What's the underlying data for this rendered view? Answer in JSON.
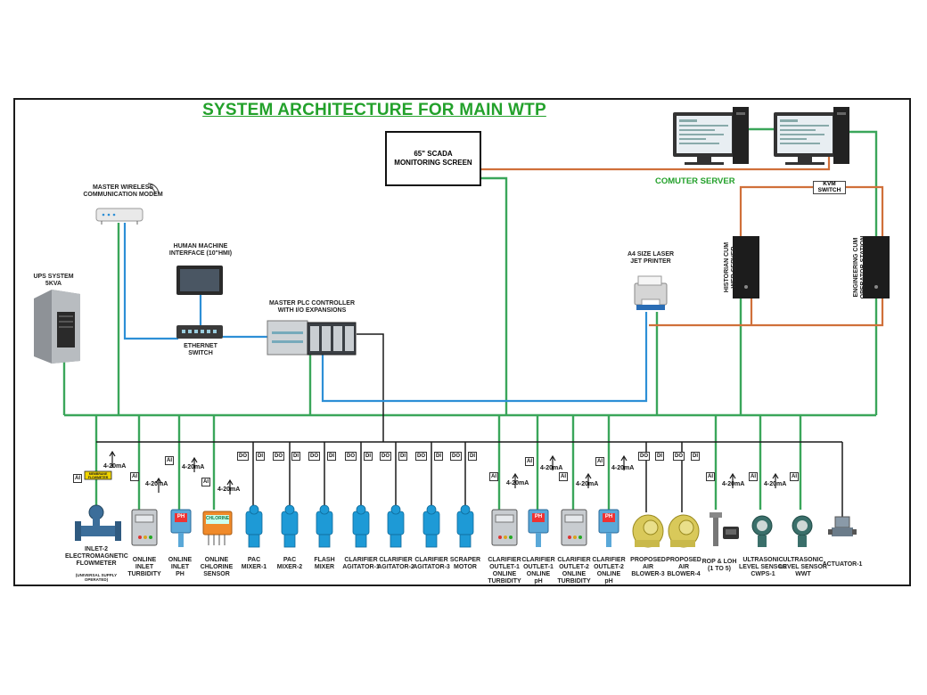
{
  "title": "SYSTEM ARCHITECTURE FOR MAIN WTP",
  "scada_screen": "65\" SCADA\nMONITORING SCREEN",
  "computer_server_label": "COMUTER SERVER",
  "kvm_switch": "KVM\nSWITCH",
  "wireless_modem": "MASTER WIRELESS\nCOMMUNICATION MODEM",
  "hmi": "HUMAN MACHINE\nINTERFACE (10\"HMI)",
  "ethernet_switch": "ETHERNET\nSWITCH",
  "plc": "MASTER PLC CONTROLLER\nWITH I/O EXPANSIONS",
  "ups": "UPS SYSTEM\n5KVA",
  "printer": "A4 SIZE LASER\nJET PRINTER",
  "historian": "HISTORIAN CUM\nWEB SERVER",
  "engineering": "ENGINEERING CUM\nOPERATOR STATION",
  "flowmeter_badge": "MEMBRANE\nFLOWMETER",
  "signal_labels": {
    "ai": "AI",
    "do": "DO",
    "di": "DI"
  },
  "current_label": "4-20mA",
  "field_devices": [
    {
      "label": "INLET-2\nELECTROMAGNETIC\nFLOWMETER",
      "sub": "(UNIVERSAL SUPPLY OPERATED)"
    },
    {
      "label": "ONLINE\nINLET\nTURBIDITY"
    },
    {
      "label": "ONLINE\nINLET\nPH"
    },
    {
      "label": "ONLINE\nCHLORINE\nSENSOR"
    },
    {
      "label": "PAC\nMIXER-1"
    },
    {
      "label": "PAC\nMIXER-2"
    },
    {
      "label": "FLASH\nMIXER"
    },
    {
      "label": "CLARIFIER\nAGITATOR-1"
    },
    {
      "label": "CLARIFIER\nAGITATOR-2"
    },
    {
      "label": "CLARIFIER\nAGITATOR-3"
    },
    {
      "label": "SCRAPER\nMOTOR"
    },
    {
      "label": "CLARIFIER\nOUTLET-1\nONLINE\nTURBIDITY"
    },
    {
      "label": "CLARIFIER\nOUTLET-1\nONLINE\npH"
    },
    {
      "label": "CLARIFIER\nOUTLET-2\nONLINE\nTURBIDITY"
    },
    {
      "label": "CLARIFIER\nOUTLET-2\nONLINE\npH"
    },
    {
      "label": "PROPOSED\nAIR\nBLOWER-3"
    },
    {
      "label": "PROPOSED\nAIR\nBLOWER-4"
    },
    {
      "label": "ROP & LOH\n(1 TO 5)"
    },
    {
      "label": "ULTRASONIC\nLEVEL SENSOR\nCWPS-1"
    },
    {
      "label": "ULTRASONIC\nLEVEL SENSOR\nWWT"
    },
    {
      "label": "ACTUATOR-1"
    }
  ],
  "device_screen_text": {
    "chlorine": "CHLORINE",
    "ph": "PH"
  },
  "colors": {
    "green_line": "#3aa65a",
    "blue_line": "#2d8fd6",
    "orange_line": "#d0703a",
    "title_green": "#23a12b",
    "pump_blue": "#1e9ad6"
  }
}
